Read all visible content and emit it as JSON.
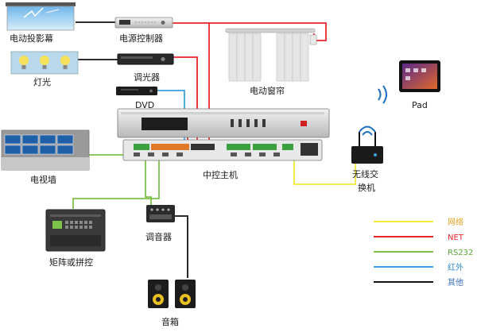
{
  "devices": {
    "projector_screen": "电动投影幕",
    "power_controller": "电源控制器",
    "lighting": "灯光",
    "dimmer": "调光器",
    "dvd": "DVD",
    "curtain": "电动窗帘",
    "pad": "Pad",
    "video_wall": "电视墙",
    "central_host": "中控主机",
    "wireless_switch_line1": "无线交",
    "wireless_switch_line2": "换机",
    "matrix": "矩阵或拼控",
    "mixer": "调音器",
    "speakers": "音箱"
  },
  "legend": [
    {
      "label": "网络",
      "color": "#f2e93a",
      "text_color": "#e0a020"
    },
    {
      "label": "NET",
      "color": "#e8262a",
      "text_color": "#e8262a"
    },
    {
      "label": "RS232",
      "color": "#7cc24a",
      "text_color": "#5aa83a"
    },
    {
      "label": "红外",
      "color": "#3aa0e0",
      "text_color": "#2a8ad0"
    },
    {
      "label": "其他",
      "color": "#111111",
      "text_color": "#3a6fc0"
    }
  ],
  "colors": {
    "net": "#e8262a",
    "network": "#f2e93a",
    "rs232": "#7cc24a",
    "infrared": "#3aa0e0",
    "other": "#111111"
  }
}
